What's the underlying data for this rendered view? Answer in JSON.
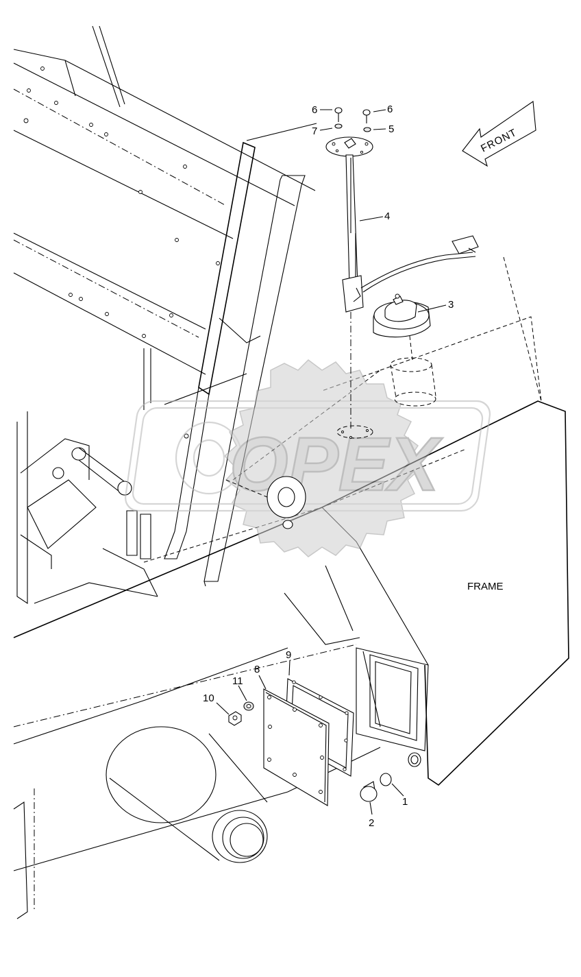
{
  "diagram": {
    "frame_label": "FRAME",
    "front_label": "FRONT",
    "watermark_text": "OPEX",
    "callouts": [
      {
        "id": "c1",
        "text": "1"
      },
      {
        "id": "c2",
        "text": "2"
      },
      {
        "id": "c3",
        "text": "3"
      },
      {
        "id": "c4",
        "text": "4"
      },
      {
        "id": "c5",
        "text": "5"
      },
      {
        "id": "c6a",
        "text": "6"
      },
      {
        "id": "c6b",
        "text": "6"
      },
      {
        "id": "c7",
        "text": "7"
      },
      {
        "id": "c8",
        "text": "8"
      },
      {
        "id": "c9",
        "text": "9"
      },
      {
        "id": "c10",
        "text": "10"
      },
      {
        "id": "c11",
        "text": "11"
      }
    ]
  }
}
